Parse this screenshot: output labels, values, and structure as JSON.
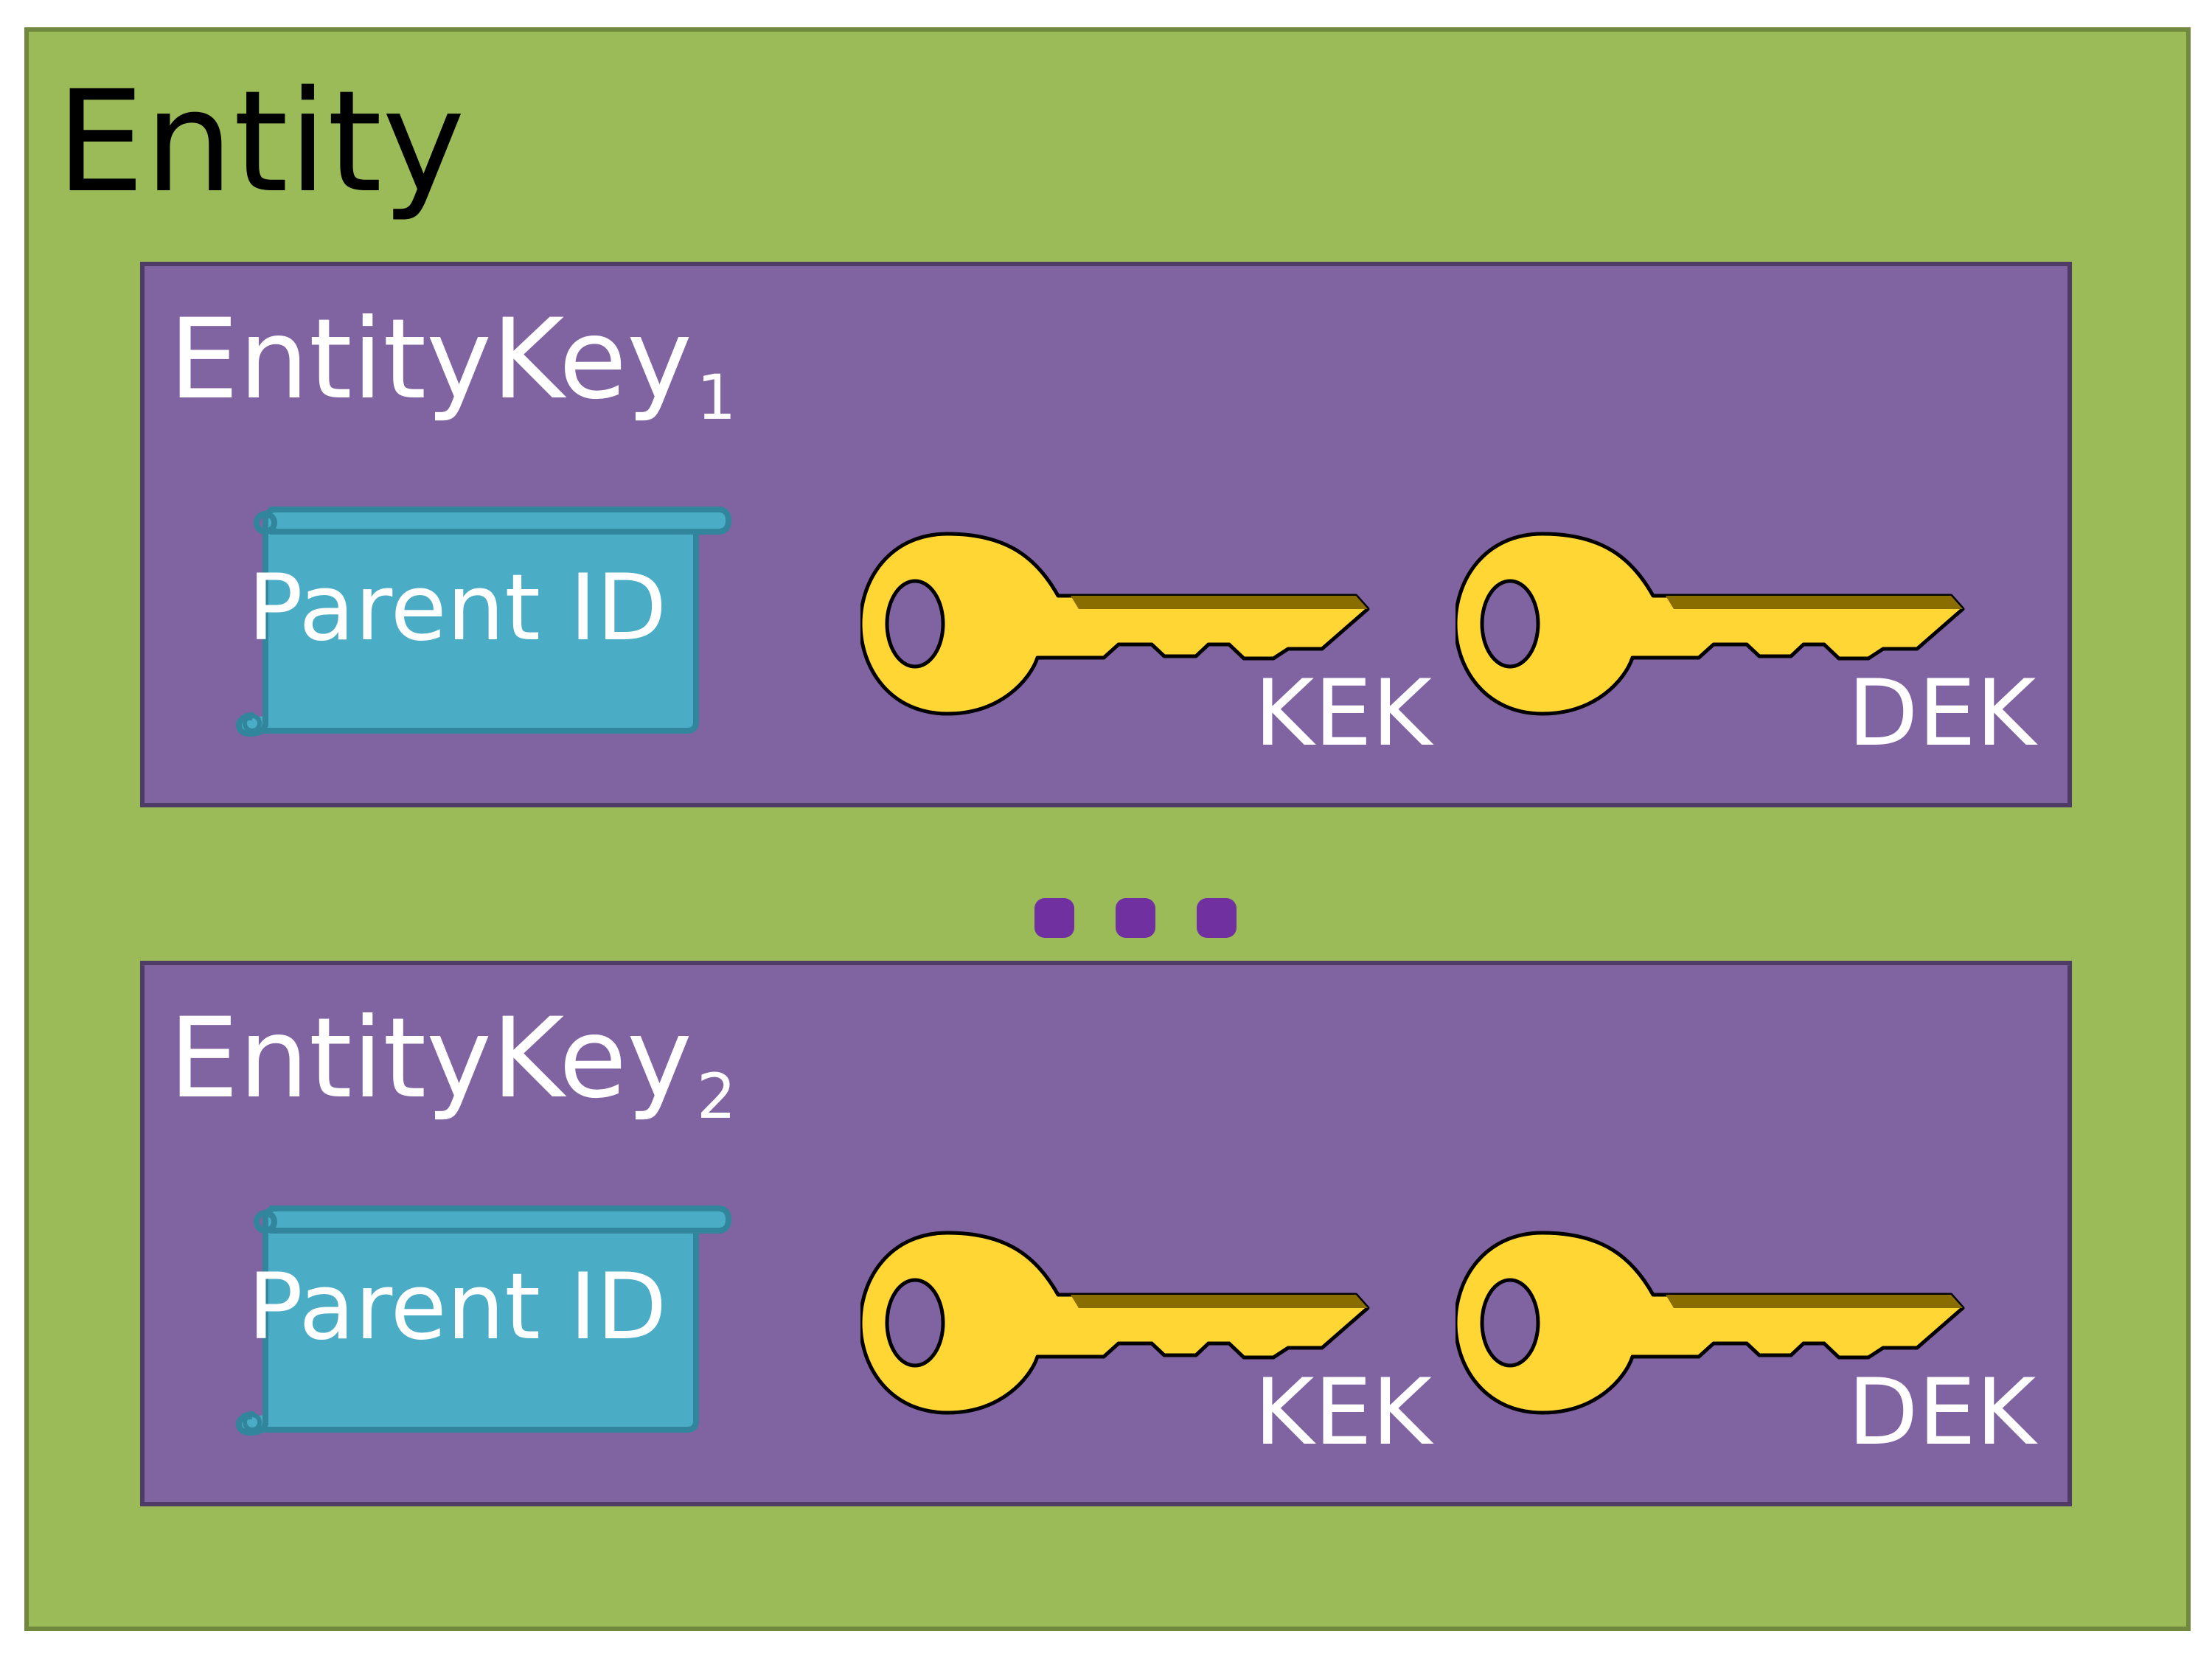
{
  "entity": {
    "title": "Entity"
  },
  "entity_keys": [
    {
      "name": "EntityKey",
      "subscript": "1",
      "parent_label": "Parent ID",
      "kek_label": "KEK",
      "dek_label": "DEK"
    },
    {
      "name": "EntityKey",
      "subscript": "2",
      "parent_label": "Parent ID",
      "kek_label": "KEK",
      "dek_label": "DEK"
    }
  ],
  "colors": {
    "entity_fill": "#9bbb59",
    "entity_border": "#71893f",
    "entity_key_fill": "#8064a2",
    "entity_key_border": "#4e3b66",
    "scroll_fill": "#4bacc6",
    "scroll_border": "#31859c",
    "key_fill": "#ffd633",
    "key_shadow": "#8a6d00",
    "key_outline": "#000000",
    "ellipsis_dot": "#7030a0"
  },
  "icons": {
    "scroll": "scroll-icon",
    "key": "key-icon",
    "ellipsis": "ellipsis-icon"
  }
}
